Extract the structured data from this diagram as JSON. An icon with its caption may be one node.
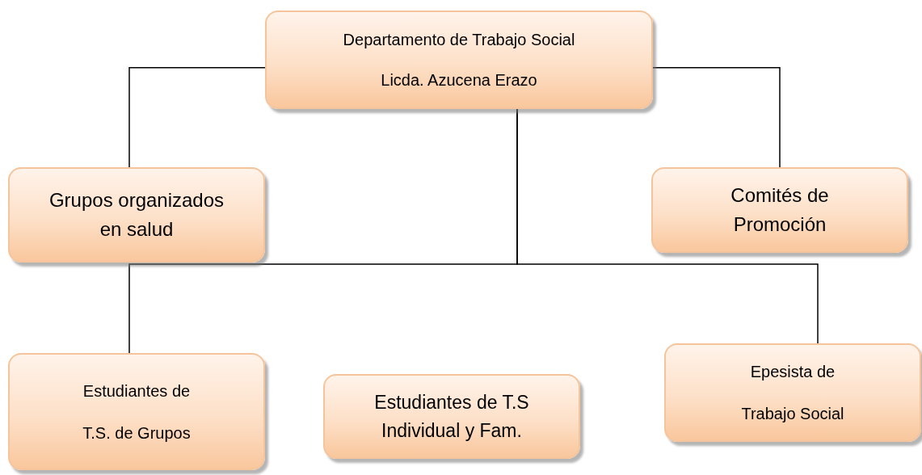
{
  "diagram": {
    "nodes": [
      {
        "text": [
          "Departamento de Trabajo Social",
          "Licda. Azucena Erazo"
        ]
      },
      {
        "text": [
          "Grupos organizados en salud"
        ]
      },
      {
        "text": [
          "Comités de Promoción"
        ]
      },
      {
        "text": [
          "Estudiantes de",
          "T.S. de Grupos"
        ]
      },
      {
        "text": [
          "Estudiantes de T.S Individual y Fam."
        ]
      },
      {
        "text": [
          "Epesista de",
          "Trabajo Social"
        ]
      }
    ],
    "edges": [
      {
        "from": 0,
        "to": 1,
        "arrow": "none"
      },
      {
        "from": 0,
        "to": 2,
        "arrow": "none"
      },
      {
        "from": 0,
        "to": 3,
        "arrow": "none"
      },
      {
        "from": 0,
        "to": 5,
        "arrow": "none"
      }
    ]
  }
}
